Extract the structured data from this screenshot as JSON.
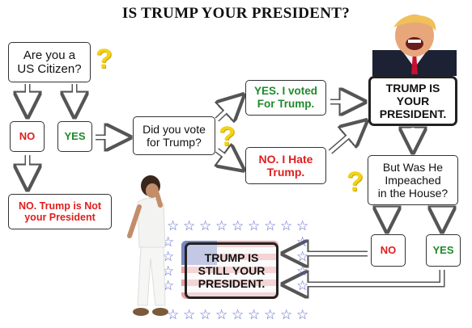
{
  "title": "IS TRUMP YOUR PRESIDENT?",
  "nodes": {
    "citizen_question": "Are you a\nUS Citizen?",
    "citizen_no": "NO",
    "citizen_yes": "YES",
    "not_president": "NO. Trump is Not\nyour President",
    "vote_question": "Did you vote\nfor Trump?",
    "voted_yes": "YES. I voted\nFor Trump.",
    "voted_no": "NO. I Hate\nTrump.",
    "trump_president": "TRUMP IS\nYOUR\nPRESIDENT.",
    "impeached_question": "But Was He\nImpeached\nin the House?",
    "impeached_no": "NO",
    "impeached_yes": "YES",
    "still_president": "TRUMP IS\nSTILL YOUR\nPRESIDENT."
  },
  "colors": {
    "red": "#e01e1e",
    "green": "#1f8a2a",
    "question_mark": "#f2d21a",
    "star": "#5a63c8"
  }
}
